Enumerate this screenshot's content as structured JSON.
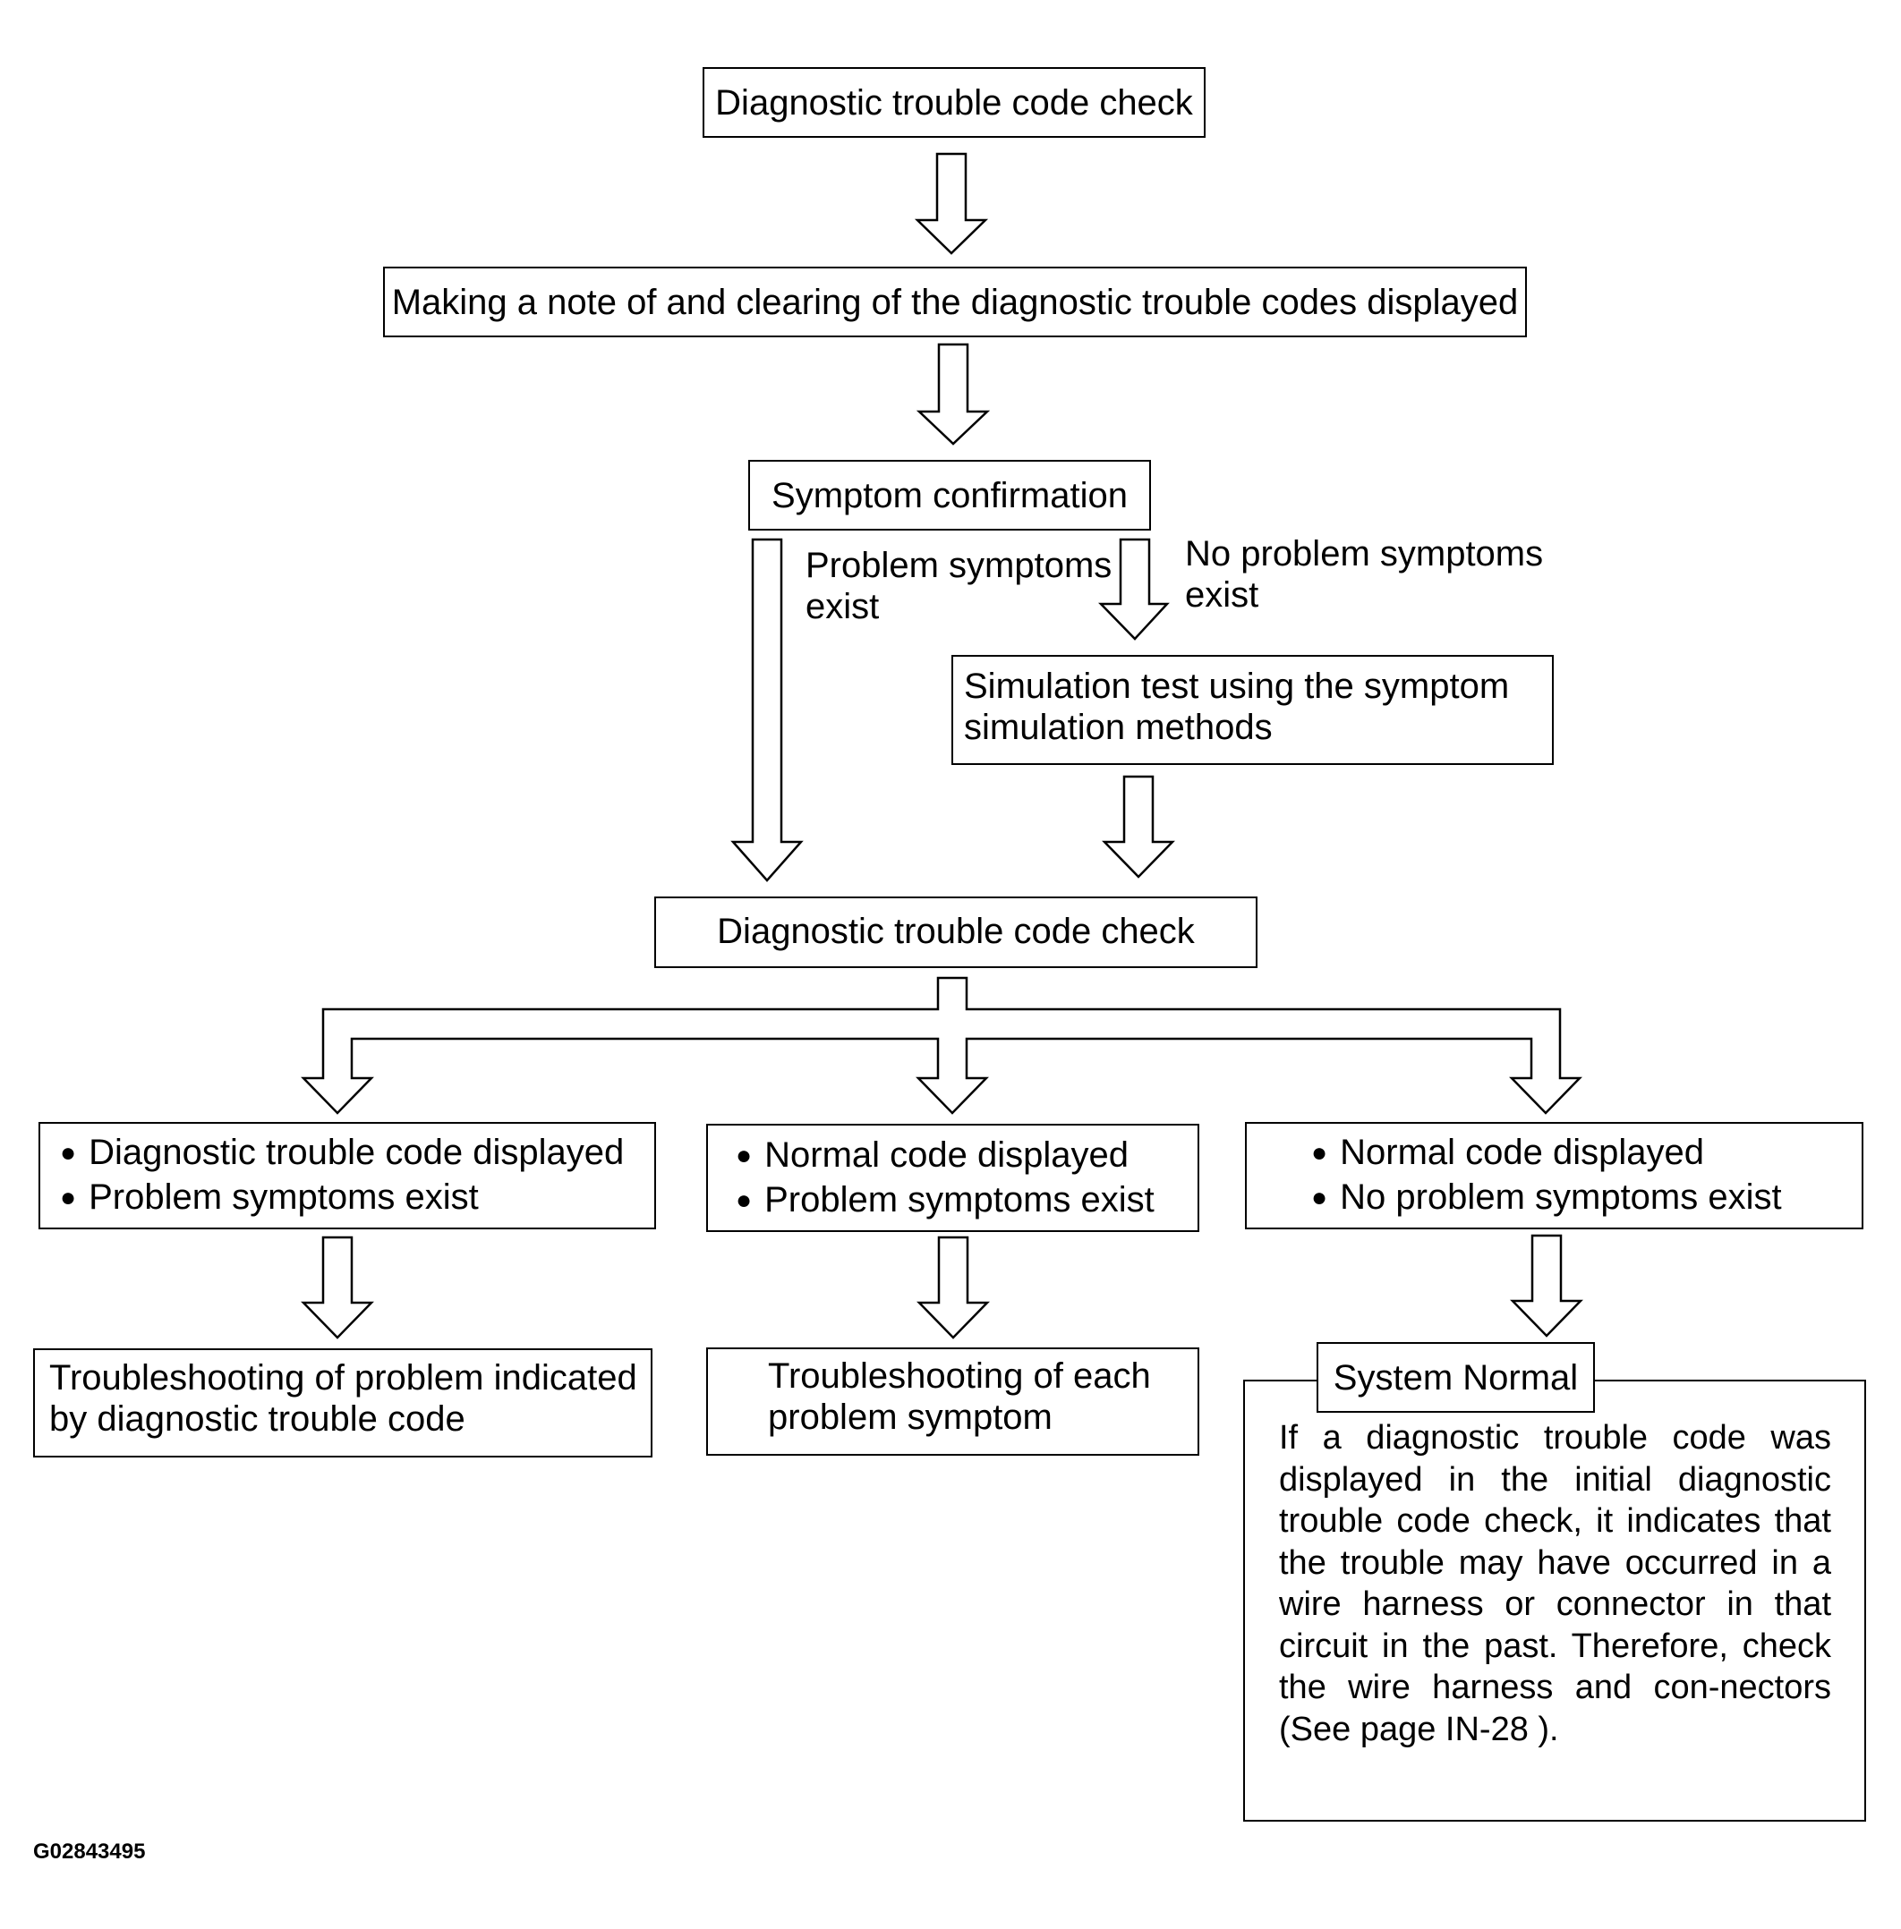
{
  "steps": {
    "dtc_check_initial": "Diagnostic trouble code check",
    "note_and_clear": "Making a note of and clearing of the diagnostic trouble codes displayed",
    "symptom_confirmation": "Symptom confirmation",
    "simulation_test": [
      "Simulation test using the symptom",
      "simulation methods"
    ],
    "dtc_check_second": "Diagnostic trouble code check"
  },
  "branch_labels": {
    "problem_symptoms_exist": [
      "Problem symptoms",
      "exist"
    ],
    "no_problem_symptoms_exist": [
      "No problem symptoms",
      "exist"
    ]
  },
  "results": {
    "left": [
      "Diagnostic trouble code displayed",
      "Problem symptoms exist"
    ],
    "middle": [
      "Normal code displayed",
      "Problem symptoms exist"
    ],
    "right": [
      "Normal code displayed",
      "No problem symptoms exist"
    ]
  },
  "actions": {
    "left": [
      "Troubleshooting of problem indicated",
      "by diagnostic trouble code"
    ],
    "middle": [
      "Troubleshooting of each",
      "problem symptom"
    ],
    "system_normal": {
      "title": "System Normal",
      "body": "If a diagnostic trouble code was displayed in the initial diagnostic trouble code check, it indicates that the trouble may have occurred in a wire harness or connector in that circuit in the past. Therefore, check the wire harness and con-nectors (See page IN-28 )."
    }
  },
  "figure_id": "G02843495"
}
